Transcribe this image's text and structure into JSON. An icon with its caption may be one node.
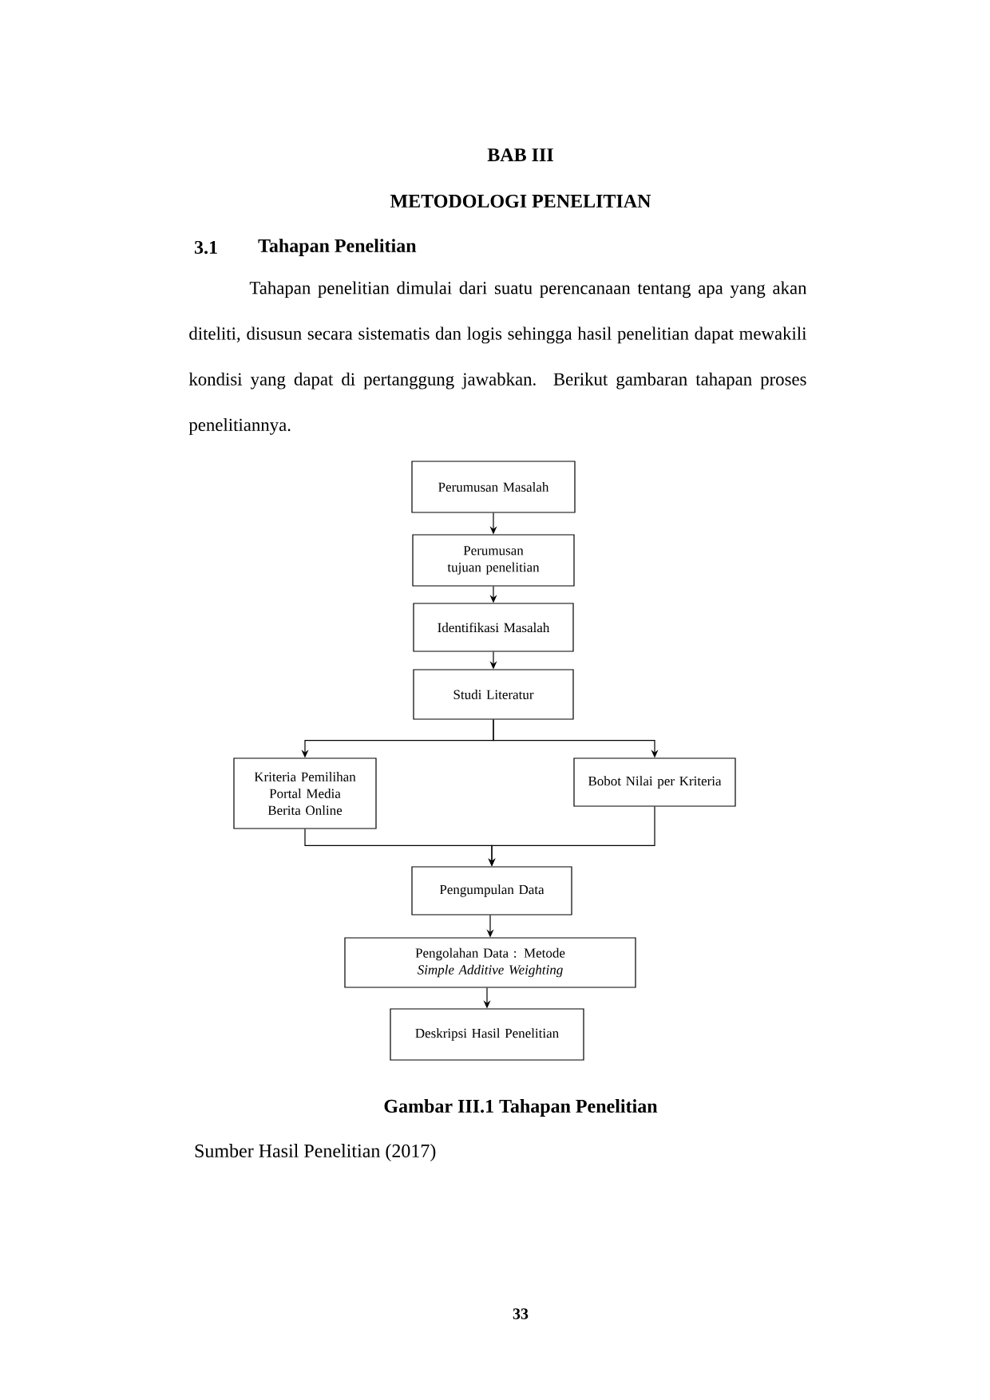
{
  "diagram": {
    "title": "BAB III",
    "caption": "Gambar III.1 Tahapan Penelitian",
    "nodes": [
      {
        "text": [
          "Perumusan Masalah"
        ]
      },
      {
        "text": [
          "Perumusan tujuan penelitian"
        ]
      },
      {
        "text": [
          "Identifikasi Masalah"
        ]
      },
      {
        "text": [
          "Studi Literatur"
        ]
      },
      {
        "text": [
          "Kriteria Pemilihan Portal Media Berita Online"
        ]
      },
      {
        "text": [
          "Bobot Nilai per Kriteria"
        ]
      },
      {
        "text": [
          "Pengumpulan Data"
        ]
      },
      {
        "text": [
          "Pengolahan Data : Metode *Simple Additive Weighting*"
        ]
      },
      {
        "text": [
          "Deskripsi Hasil Penelitian"
        ]
      }
    ],
    "edges": [
      {
        "from": 0,
        "to": 1,
        "arrow": "to"
      },
      {
        "from": 1,
        "to": 2,
        "arrow": "to"
      },
      {
        "from": 2,
        "to": 3,
        "arrow": "to"
      },
      {
        "from": 3,
        "to": 4,
        "arrow": "to"
      },
      {
        "from": 3,
        "to": 5,
        "arrow": "to"
      },
      {
        "from": 4,
        "to": 6,
        "arrow": "to"
      },
      {
        "from": 5,
        "to": 6,
        "arrow": "to"
      },
      {
        "from": 6,
        "to": 7,
        "arrow": "to"
      },
      {
        "from": 7,
        "to": 8,
        "arrow": "to"
      }
    ],
    "labels": [
      "METODOLOGI PENELITIAN",
      "3.1",
      "Tahapan Penelitian",
      "Tahapan penelitian dimulai dari suatu perencanaan tentang apa yang akan diteliti, disusun secara sistematis dan logis sehingga hasil penelitian dapat mewakili kondisi yang dapat di pertanggung jawabkan. Berikut gambaran tahapan proses penelitiannya.",
      "Sumber Hasil Penelitian (2017)",
      "33"
    ]
  }
}
